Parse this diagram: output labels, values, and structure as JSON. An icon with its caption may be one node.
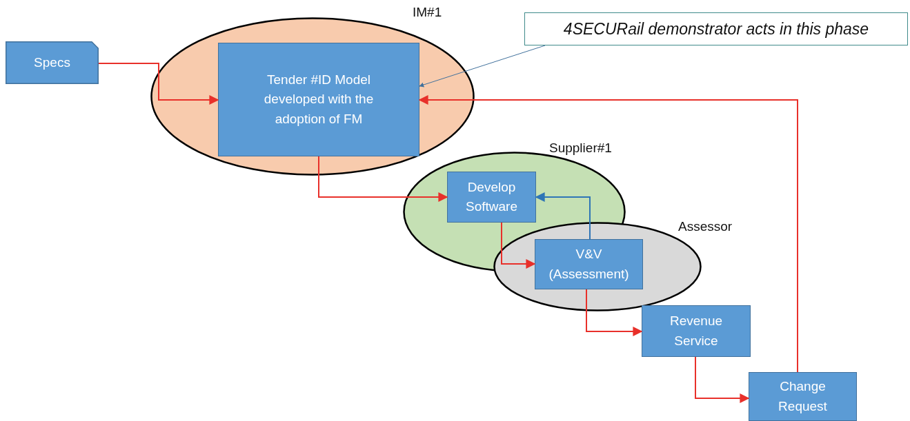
{
  "diagram": {
    "nodes": [
      {
        "text": [
          "Specs"
        ]
      },
      {
        "text": [
          "IM#1"
        ]
      },
      {
        "text": [
          "Tender #ID Model developed with the adoption of FM"
        ],
        "in": 1
      },
      {
        "text": [
          "Supplier#1"
        ]
      },
      {
        "text": [
          "Develop Software"
        ],
        "in": 3
      },
      {
        "text": [
          "Assessor"
        ]
      },
      {
        "text": [
          "V&V (Assessment)"
        ],
        "in": 5
      },
      {
        "text": [
          "Revenue Service"
        ]
      },
      {
        "text": [
          "Change Request"
        ]
      },
      {
        "text": [
          "4SECURail demonstrator acts in this phase"
        ]
      }
    ],
    "edges": [
      {
        "from": 0,
        "to": 2,
        "arrow": "to"
      },
      {
        "from": 2,
        "to": 4,
        "arrow": "to"
      },
      {
        "from": 4,
        "to": 6,
        "arrow": "to"
      },
      {
        "from": 6,
        "to": 4,
        "arrow": "to",
        "color": "#2e75b6"
      },
      {
        "from": 6,
        "to": 7,
        "arrow": "to"
      },
      {
        "from": 7,
        "to": 8,
        "arrow": "to"
      },
      {
        "from": 8,
        "to": 2,
        "arrow": "to"
      },
      {
        "from": 9,
        "to": 2,
        "arrow": "to",
        "color": "#41719c"
      }
    ]
  }
}
